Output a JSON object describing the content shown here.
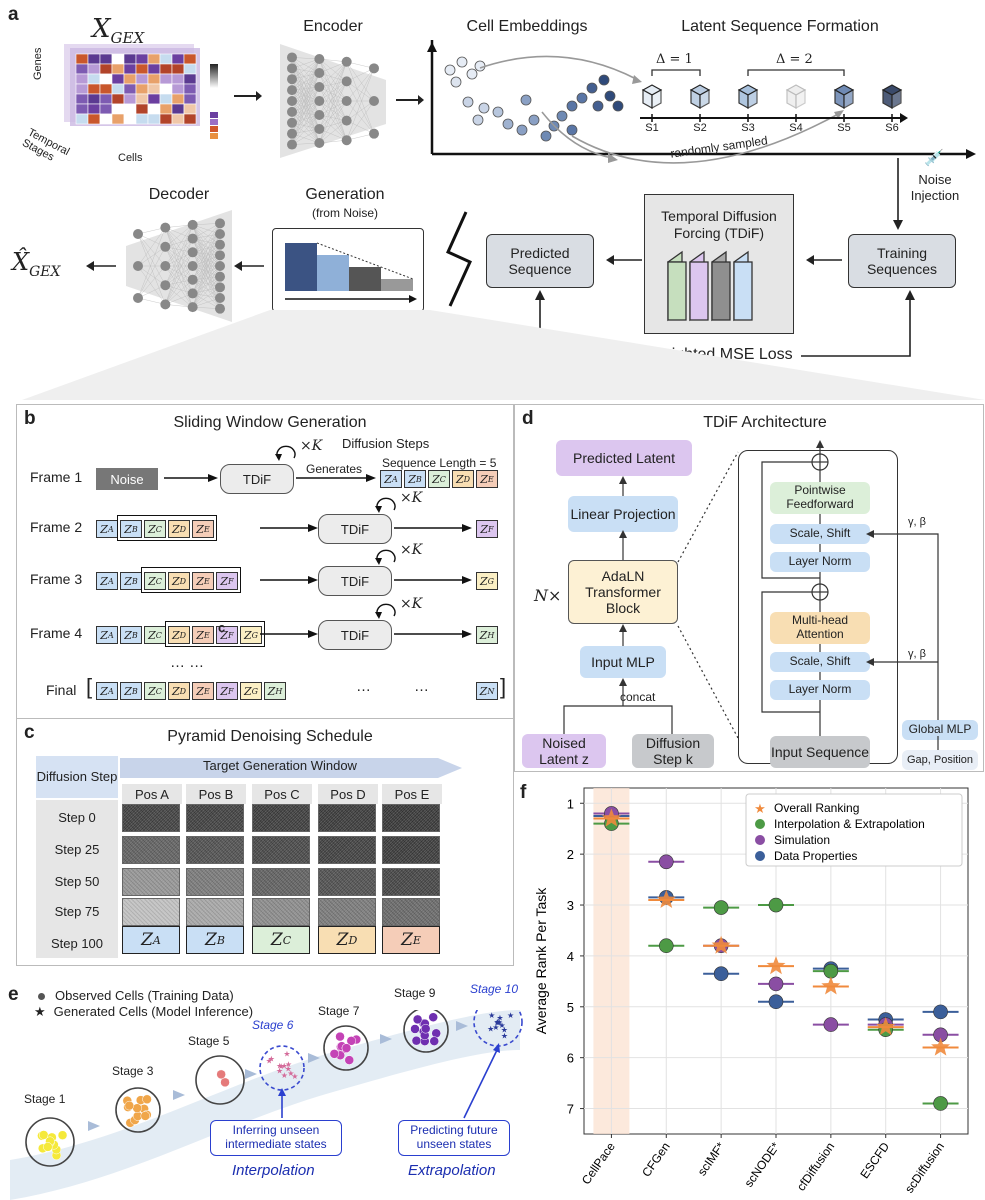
{
  "panel_a": {
    "letter": "a",
    "x_gex": "X",
    "x_gex_sub": "GEX",
    "genes_label": "Genes",
    "cells_label": "Cells",
    "temporal_label": "Temporal Stages",
    "encoder_title": "Encoder",
    "embeddings_title": "Cell Embeddings",
    "latent_title": "Latent Sequence Formation",
    "delta1": "Δ = 1",
    "delta2": "Δ = 2",
    "seq_labels": [
      "S1",
      "S2",
      "S3",
      "S4",
      "S5",
      "S6"
    ],
    "randomly_sampled": "randomly sampled",
    "noise_injection": "Noise Injection",
    "training_sequences": "Training Sequences",
    "tdif_title": "Temporal Diffusion Forcing (TDiF)",
    "predicted_sequence": "Predicted Sequence",
    "generation_title": "Generation",
    "generation_sub": "(from Noise)",
    "decoder_title": "Decoder",
    "x_hat": "X̂",
    "weighted_mse": "Weighted MSE Loss"
  },
  "panel_b": {
    "letter": "b",
    "title": "Sliding Window Generation",
    "diffusion_steps": "Diffusion Steps",
    "times_k": "×K",
    "generates": "Generates",
    "seq_length": "Sequence Length = 5",
    "noise": "Noise",
    "tdif": "TDiF",
    "frames": [
      "Frame 1",
      "Frame 2",
      "Frame 3",
      "Frame 4"
    ],
    "dots": "… …",
    "final": "Final",
    "final_dots1": "…",
    "final_dots2": "…",
    "stray_c": "c",
    "tokens": {
      "A": "Z_A",
      "B": "Z_B",
      "C": "Z_C",
      "D": "Z_D",
      "E": "Z_E",
      "F": "Z_F",
      "G": "Z_G",
      "H": "Z_H",
      "N": "Z_N"
    }
  },
  "panel_c": {
    "letter": "c",
    "title": "Pyramid Denoising Schedule",
    "diffusion_step": "Diffusion Step",
    "target_window": "Target Generation Window",
    "positions": [
      "Pos A",
      "Pos B",
      "Pos C",
      "Pos D",
      "Pos E"
    ],
    "steps": [
      "Step 0",
      "Step 25",
      "Step 50",
      "Step 75",
      "Step 100"
    ],
    "noise_levels": [
      [
        0.95,
        0.95,
        0.97,
        0.98,
        1.0
      ],
      [
        0.75,
        0.85,
        0.9,
        0.95,
        0.98
      ],
      [
        0.45,
        0.6,
        0.75,
        0.85,
        0.92
      ],
      [
        0.2,
        0.35,
        0.5,
        0.6,
        0.7
      ],
      [
        0,
        0,
        0,
        0,
        0
      ]
    ],
    "final_tokens": [
      "Z_A",
      "Z_B",
      "Z_C",
      "Z_D",
      "Z_E"
    ]
  },
  "panel_d": {
    "letter": "d",
    "title": "TDiF Architecture",
    "predicted_latent": "Predicted Latent",
    "linear_projection": "Linear Projection",
    "adaln": "AdaLN Transformer Block",
    "n_times": "N×",
    "input_mlp": "Input MLP",
    "concat": "concat",
    "noised_latent": "Noised Latent z",
    "diffusion_step_k": "Diffusion Step k",
    "pointwise_ff": "Pointwise Feedforward",
    "scale_shift": "Scale, Shift",
    "layer_norm": "Layer Norm",
    "multihead": "Multi-head Attention",
    "input_sequence": "Input Sequence",
    "global_mlp": "Global MLP",
    "gap_position": "Gap, Position",
    "gamma_beta": "γ, β",
    "plus": "+"
  },
  "panel_e": {
    "letter": "e",
    "legend_observed": "Observed Cells (Training Data)",
    "legend_generated": "Generated Cells (Model Inference)",
    "stages": [
      "Stage 1",
      "Stage 3",
      "Stage 5",
      "Stage 6",
      "Stage 7",
      "Stage 9",
      "Stage 10"
    ],
    "interp_box": "Inferring unseen intermediate states",
    "extrap_box": "Predicting future unseen states",
    "interpolation": "Interpolation",
    "extrapolation": "Extrapolation"
  },
  "panel_f": {
    "letter": "f"
  },
  "chart_data": {
    "type": "scatter",
    "ylabel": "Average Rank Per Task",
    "xlabel": "",
    "categories": [
      "CellPace",
      "CFGen",
      "scIMF*",
      "scNODE*",
      "cfDiffusion",
      "ESCFD",
      "scDiffusion"
    ],
    "ylim": [
      7.5,
      0.7
    ],
    "yticks": [
      1,
      2,
      3,
      4,
      5,
      6,
      7
    ],
    "grid": true,
    "legend_position": "top-right",
    "highlight_category": "CellPace",
    "series": [
      {
        "name": "Overall Ranking",
        "marker": "star",
        "color": "#f08a3c",
        "values": [
          1.3,
          2.9,
          3.8,
          4.2,
          4.6,
          5.4,
          5.8
        ]
      },
      {
        "name": "Interpolation & Extrapolation",
        "marker": "circle",
        "color": "#4d9a45",
        "values": [
          1.4,
          3.8,
          3.05,
          3.0,
          4.3,
          5.45,
          6.9
        ]
      },
      {
        "name": "Simulation",
        "marker": "circle",
        "color": "#8a4ea3",
        "values": [
          1.2,
          2.15,
          3.8,
          4.55,
          5.35,
          5.35,
          5.55
        ]
      },
      {
        "name": "Data Properties",
        "marker": "circle",
        "color": "#3b5f9a",
        "values": [
          1.25,
          2.85,
          4.35,
          4.9,
          4.25,
          5.25,
          5.1
        ]
      }
    ]
  }
}
